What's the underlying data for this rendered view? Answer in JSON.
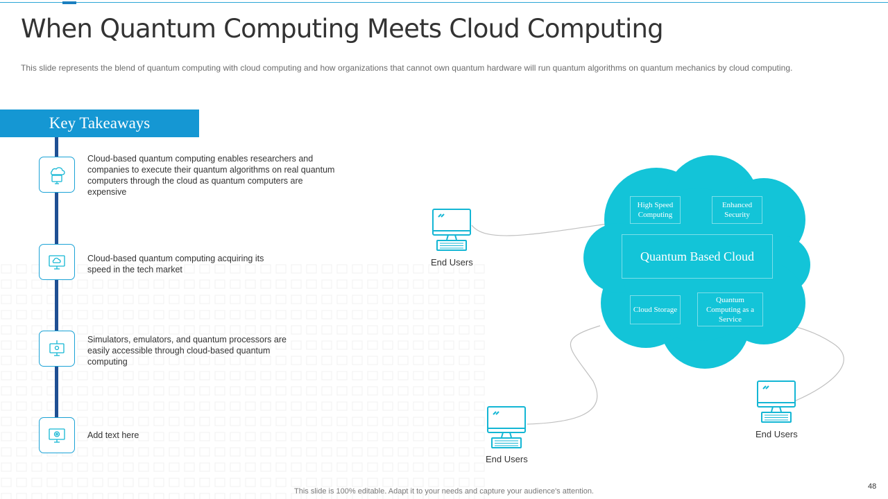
{
  "slide": {
    "title": "When Quantum Computing Meets Cloud Computing",
    "subtitle": "This slide represents the blend of quantum computing with cloud computing and how organizations that cannot own quantum hardware  will run quantum algorithms on quantum mechanics by cloud computing.",
    "footer": "This slide is 100% editable. Adapt it to your needs and capture your audience's attention.",
    "page_number": "48"
  },
  "takeaways": {
    "heading": "Key Takeaways",
    "items": [
      {
        "icon": "cloud-computer-icon",
        "text": "Cloud-based  quantum computing enables researchers and companies to execute their quantum algorithms on real quantum computers through the cloud as quantum computers are expensive"
      },
      {
        "icon": "monitor-cloud-icon",
        "text": "Cloud-based  quantum computing acquiring its speed in the tech market"
      },
      {
        "icon": "monitor-network-icon",
        "text": "Simulators, emulators, and quantum processors are easily accessible through cloud-based quantum computing"
      },
      {
        "icon": "monitor-gear-icon",
        "text": "Add text here"
      }
    ]
  },
  "diagram": {
    "cloud_title": "Quantum Based Cloud",
    "features": [
      "High Speed Computing",
      "Enhanced Security",
      "Cloud Storage",
      "Quantum Computing as a Service"
    ],
    "end_users": [
      "End Users",
      "End Users",
      "End Users"
    ]
  },
  "colors": {
    "accent": "#1597d3",
    "cloud": "#13c4d8",
    "timeline": "#1f4f93",
    "icon": "#13b6d4"
  }
}
